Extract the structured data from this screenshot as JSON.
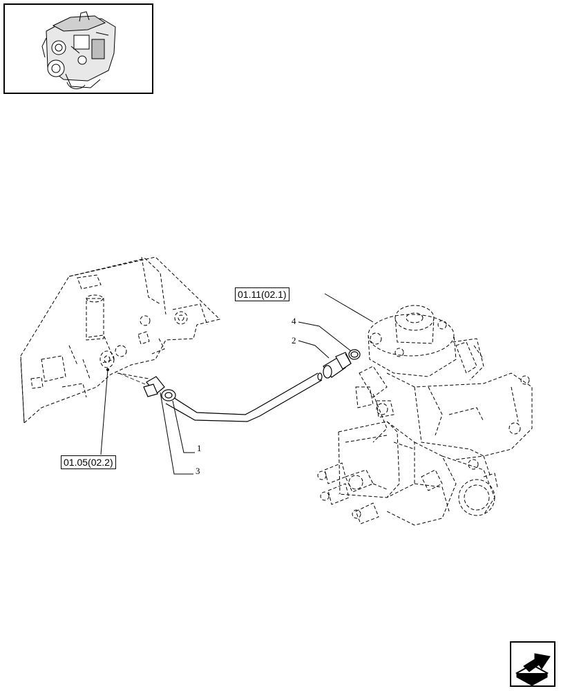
{
  "references": {
    "pump_ref": "01.11(02.1)",
    "block_ref": "01.05(02.2)"
  },
  "callouts": {
    "c1": "1",
    "c2": "2",
    "c3": "3",
    "c4": "4"
  },
  "icons": {
    "thumbnail": "engine-thumbnail-icon",
    "navigation": "next-page-arrow-icon"
  }
}
